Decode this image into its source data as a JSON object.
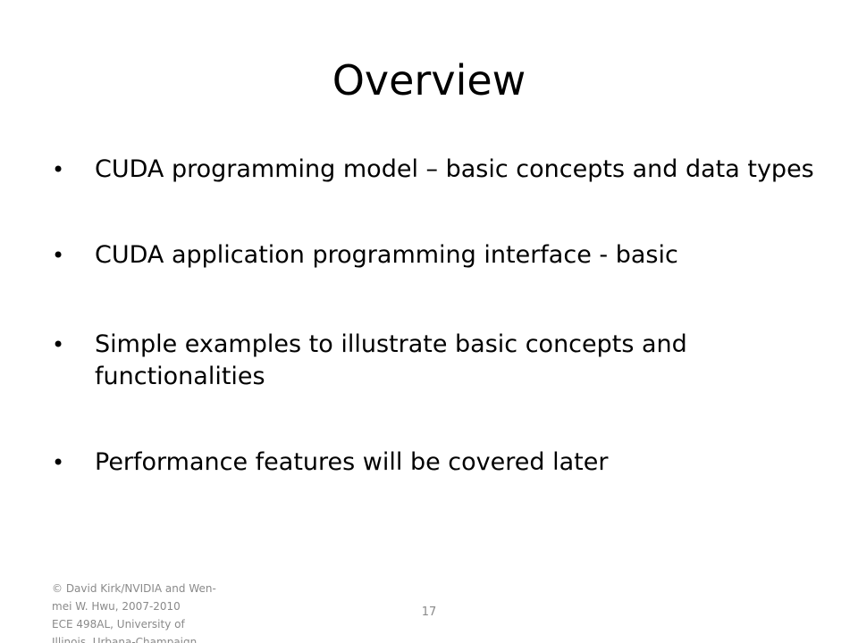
{
  "slide": {
    "title": "Overview",
    "bullet_symbol": "•",
    "bullets": [
      "CUDA programming model – basic concepts and data types",
      "CUDA application programming interface - basic",
      "Simple examples to illustrate basic concepts and functionalities",
      "Performance features will be covered later"
    ],
    "footer": {
      "line1": "© David Kirk/NVIDIA and Wen-",
      "line2": "mei W. Hwu, 2007-2010",
      "line3": "ECE 498AL, University of",
      "line4": "Illinois, Urbana-Champaign"
    },
    "page_number": "17"
  }
}
